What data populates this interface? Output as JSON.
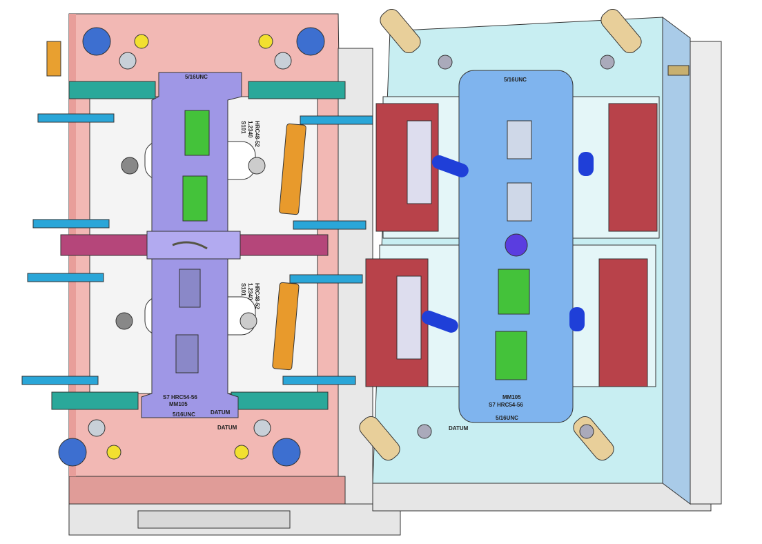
{
  "labels": {
    "thread_top": "5/16UNC",
    "thread_bottom": "5/16UNC",
    "insert_material": "MM105",
    "insert_hardness": "S7 HRC54-56",
    "datum": "DATUM",
    "cavity_material_line1": "S101",
    "cavity_material_line2": "1.2340",
    "cavity_material_line3": "HRC48-52"
  },
  "colors": {
    "cavity_half": "#f2b8b4",
    "core_half": "#c8eef2",
    "core_side_plate": "#a9cbe8",
    "insert_plate": "#f4f4f4",
    "runner_insert": "#9f97e6",
    "core_insert": "#7fb4ee",
    "slide": "#b8424a",
    "gib": "#2aa89a",
    "bar": "#b5467a",
    "cooling_fitting": "#2aa6d8",
    "leader_pin": "#e8cf9a",
    "part": "#44c23a",
    "lifter": "#e89a2c",
    "base_plate": "#e6e6e6"
  }
}
